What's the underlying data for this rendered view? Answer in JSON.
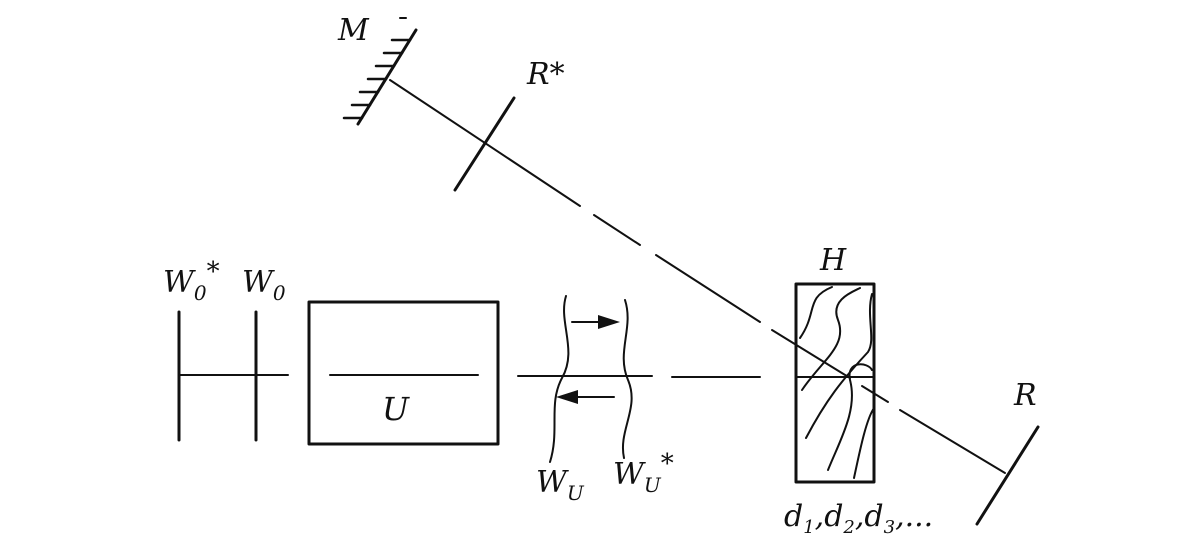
{
  "labels": {
    "mirror": "M",
    "reference_star": "R*",
    "reference": "R",
    "hologram": "H",
    "object_wave_star": "W",
    "object_wave_star_sub": "0",
    "object_wave_star_sup": "*",
    "object_wave": "W",
    "object_wave_sub": "0",
    "medium": "U",
    "wave_u": "W",
    "wave_u_sub": "U",
    "wave_u_star": "W",
    "wave_u_star_sub": "U",
    "wave_u_star_sup": "*",
    "d1": "d",
    "d1_sub": "1",
    "d2": ",d",
    "d2_sub": "2",
    "d3": ",d",
    "d3_sub": "3",
    "ellipsis": ",..."
  }
}
